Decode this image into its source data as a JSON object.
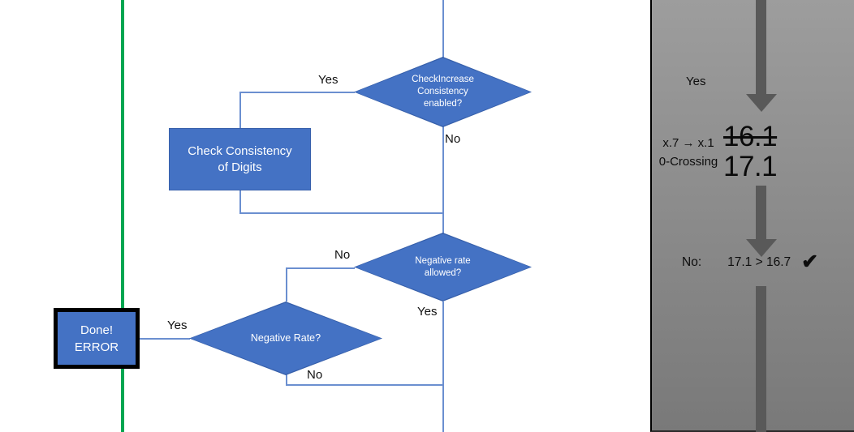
{
  "colors": {
    "node-fill": "#4472C4",
    "node-border": "#3760ab",
    "connector": "#6b8fd0",
    "green-line": "#00a651",
    "panel-top": "#9d9d9d",
    "panel-bottom": "#797979",
    "arrow": "#595959",
    "label-text": "#111111"
  },
  "flowchart": {
    "check_increase": {
      "l1": "CheckIncrease",
      "l2": "Consistency",
      "l3": "enabled?"
    },
    "check_consistency": {
      "l1": "Check Consistency",
      "l2": "of Digits"
    },
    "negative_rate_allowed": {
      "l1": "Negative rate",
      "l2": "allowed?"
    },
    "negative_rate": {
      "l1": "Negative Rate?"
    },
    "done_error": {
      "l1": "Done!",
      "l2": "ERROR"
    },
    "labels": {
      "yes_top": "Yes",
      "no_top": "No",
      "no_mid": "No",
      "yes_mid": "Yes",
      "yes_left": "Yes",
      "no_bottom": "No"
    }
  },
  "panel": {
    "yes_label": "Yes",
    "rule_line1": "x.7 → x.1",
    "rule_line2": "0-Crossing",
    "value_old": "16.1",
    "value_new": "17.1",
    "result_label": "No:",
    "result_expr": "17.1 > 16.7",
    "result_check": "✔"
  }
}
